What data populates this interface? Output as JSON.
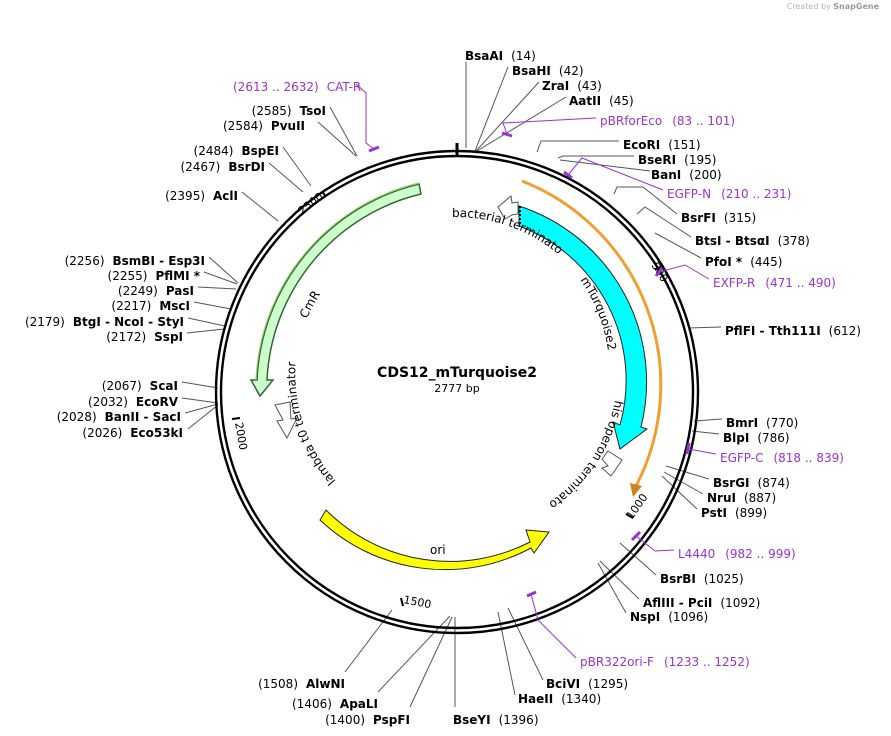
{
  "credit": {
    "created_by": "Created by",
    "brand": "SnapGene"
  },
  "map": {
    "name": "CDS12_mTurquoise2",
    "length_label": "2777 bp",
    "length": 2777,
    "ticks": [
      "500",
      "1000",
      "1500",
      "2000",
      "2500"
    ]
  },
  "features": [
    {
      "label": "bacterial terminator",
      "type": "terminator"
    },
    {
      "label": "mTurquoise2",
      "type": "cds",
      "color": "#00ffff"
    },
    {
      "label": "his operon terminator",
      "type": "terminator"
    },
    {
      "label": "ori",
      "type": "origin",
      "color": "#ffff00"
    },
    {
      "label": "lambda t0 terminator",
      "type": "terminator"
    },
    {
      "label": "CmR",
      "type": "cds",
      "color": "#ccffcc"
    }
  ],
  "enzymes": [
    {
      "name": "BsaAI",
      "pos": "(14)"
    },
    {
      "name": "BsaHI",
      "pos": "(42)"
    },
    {
      "name": "ZraI",
      "pos": "(43)"
    },
    {
      "name": "AatII",
      "pos": "(45)"
    },
    {
      "name": "EcoRI",
      "pos": "(151)"
    },
    {
      "name": "BseRI",
      "pos": "(195)"
    },
    {
      "name": "BanI",
      "pos": "(200)"
    },
    {
      "name": "BsrFI",
      "pos": "(315)"
    },
    {
      "name": "BtsI - BtsαI",
      "pos": "(378)"
    },
    {
      "name": "PfoI *",
      "pos": "(445)"
    },
    {
      "name": "PflFI - Tth111I",
      "pos": "(612)"
    },
    {
      "name": "BmrI",
      "pos": "(770)"
    },
    {
      "name": "BlpI",
      "pos": "(786)"
    },
    {
      "name": "BsrGI",
      "pos": "(874)"
    },
    {
      "name": "NruI",
      "pos": "(887)"
    },
    {
      "name": "PstI",
      "pos": "(899)"
    },
    {
      "name": "BsrBI",
      "pos": "(1025)"
    },
    {
      "name": "AflIII - PciI",
      "pos": "(1092)"
    },
    {
      "name": "NspI",
      "pos": "(1096)"
    },
    {
      "name": "BciVI",
      "pos": "(1295)"
    },
    {
      "name": "HaeII",
      "pos": "(1340)"
    },
    {
      "name": "BseYI",
      "pos": "(1396)"
    },
    {
      "name": "PspFI",
      "pos": "(1400)"
    },
    {
      "name": "ApaLI",
      "pos": "(1406)"
    },
    {
      "name": "AlwNI",
      "pos": "(1508)"
    },
    {
      "name": "Eco53kI",
      "pos": "(2026)"
    },
    {
      "name": "BanII - SacI",
      "pos": "(2028)"
    },
    {
      "name": "EcoRV",
      "pos": "(2032)"
    },
    {
      "name": "ScaI",
      "pos": "(2067)"
    },
    {
      "name": "SspI",
      "pos": "(2172)"
    },
    {
      "name": "BtgI - NcoI - StyI",
      "pos": "(2179)"
    },
    {
      "name": "MscI",
      "pos": "(2217)"
    },
    {
      "name": "PasI",
      "pos": "(2249)"
    },
    {
      "name": "PflMI *",
      "pos": "(2255)"
    },
    {
      "name": "BsmBI - Esp3I",
      "pos": "(2256)"
    },
    {
      "name": "AclI",
      "pos": "(2395)"
    },
    {
      "name": "BsrDI",
      "pos": "(2467)"
    },
    {
      "name": "BspEI",
      "pos": "(2484)"
    },
    {
      "name": "PvuII",
      "pos": "(2584)"
    },
    {
      "name": "TsoI",
      "pos": "(2585)"
    }
  ],
  "primers": [
    {
      "name": "pBRforEco",
      "range": "(83 .. 101)"
    },
    {
      "name": "EGFP-N",
      "range": "(210 .. 231)"
    },
    {
      "name": "EXFP-R",
      "range": "(471 .. 490)"
    },
    {
      "name": "EGFP-C",
      "range": "(818 .. 839)"
    },
    {
      "name": "L4440",
      "range": "(982 .. 999)"
    },
    {
      "name": "pBR322ori-F",
      "range": "(1233 .. 1252)"
    },
    {
      "name": "CAT-R",
      "range": "(2613 .. 2632)"
    }
  ],
  "colors": {
    "primer": "#9933cc",
    "cds_turquoise": "#00ffff",
    "origin": "#ffff00",
    "cds_cmr": "#ccffcc",
    "cmr_outline": "#336633",
    "feature_orange": "#f0a030"
  }
}
